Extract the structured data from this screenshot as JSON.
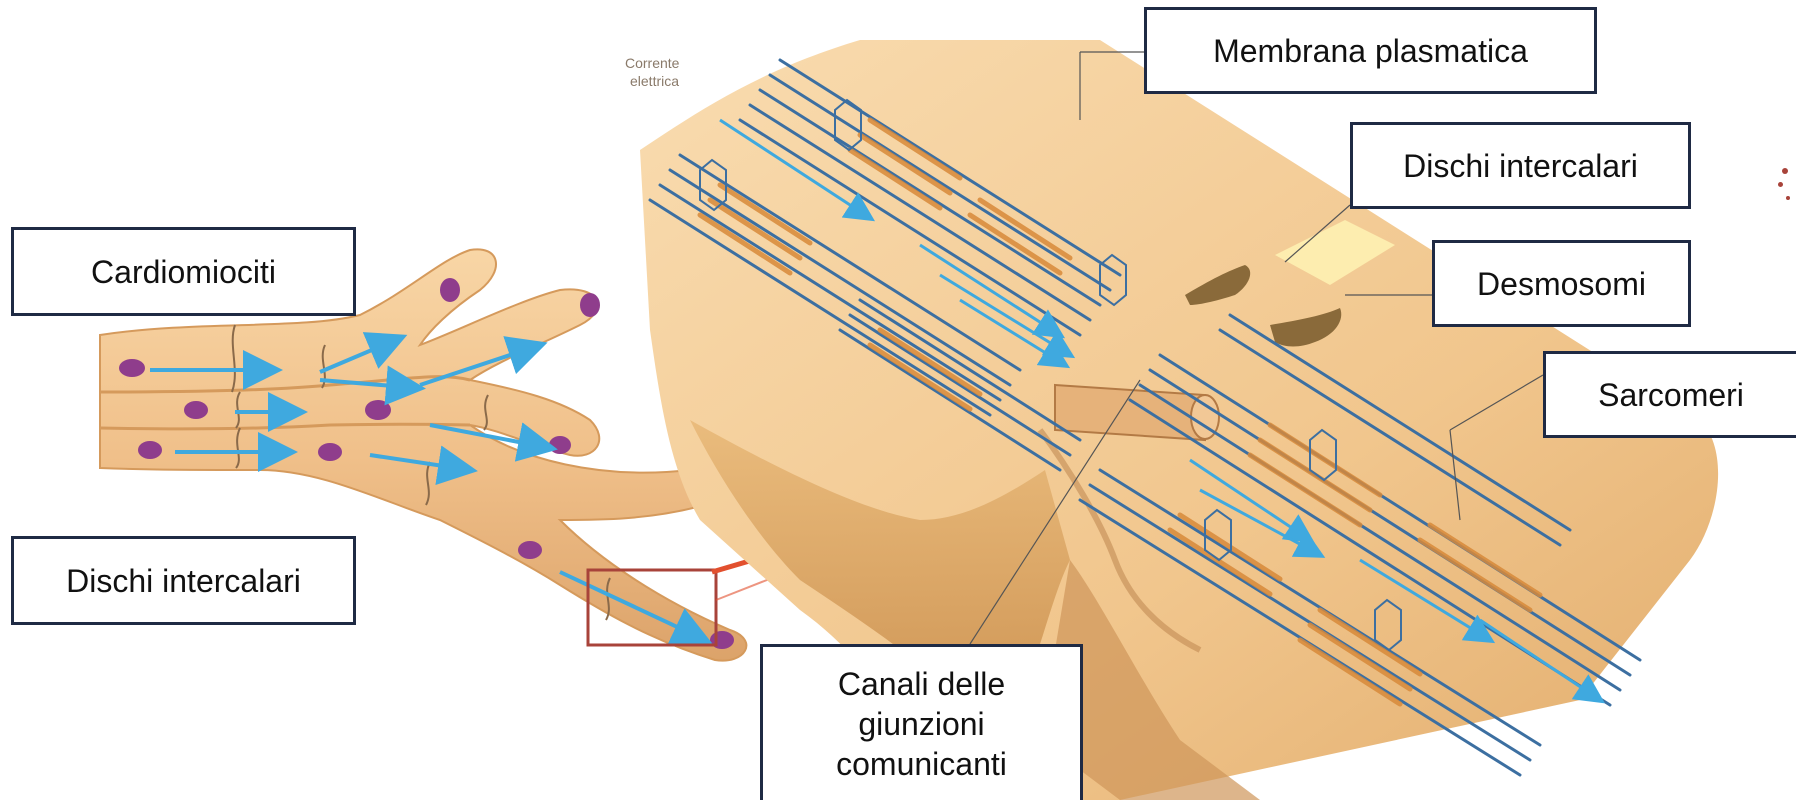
{
  "labels": {
    "cardiomiociti": "Cardiomiociti",
    "dischi_intercalari_left": "Dischi intercalari",
    "membrana_plasmatica": "Membrana plasmatica",
    "dischi_intercalari_right": "Dischi intercalari",
    "desmosomi": "Desmosomi",
    "sarcomeri": "Sarcomeri",
    "canali": [
      "Canali delle",
      "giunzioni",
      "comunicanti"
    ]
  },
  "figure_text": {
    "corrente_line1": "Corrente",
    "corrente_line2": "elettrica"
  },
  "colors": {
    "cell_fill": "#f3cc98",
    "cell_shadow": "#d9a86a",
    "nucleus": "#8f3d8c",
    "current_arrow": "#3fa9df",
    "myofibril_line": "#3c6fa1",
    "sarcomere_band": "#d88a3a",
    "desmosome": "#8a6a3a",
    "callout_arrow": "#e2502e",
    "zoom_box": "#a8433a",
    "label_border": "#1f2a44"
  }
}
